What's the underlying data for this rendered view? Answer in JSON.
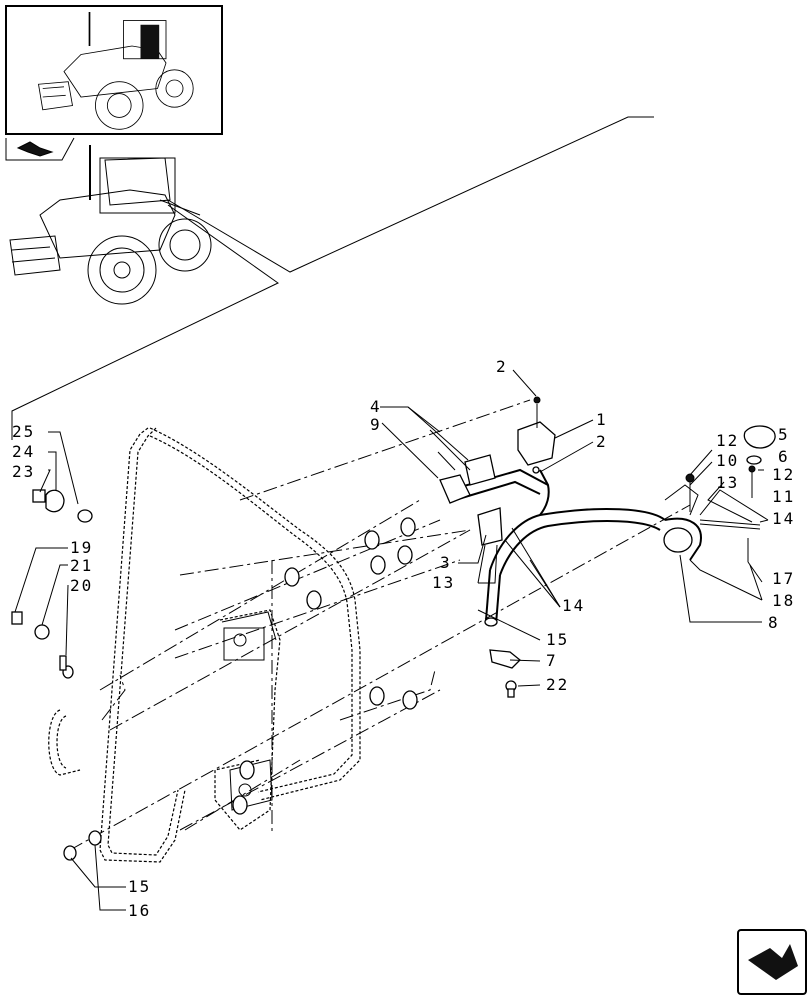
{
  "diagram": {
    "callouts": [
      {
        "id": "c1",
        "text": "1"
      },
      {
        "id": "c2a",
        "text": "2"
      },
      {
        "id": "c2b",
        "text": "2"
      },
      {
        "id": "c3",
        "text": "3"
      },
      {
        "id": "c4",
        "text": "4"
      },
      {
        "id": "c5",
        "text": "5"
      },
      {
        "id": "c6",
        "text": "6"
      },
      {
        "id": "c7",
        "text": "7"
      },
      {
        "id": "c8",
        "text": "8"
      },
      {
        "id": "c9",
        "text": "9"
      },
      {
        "id": "c10",
        "text": "10"
      },
      {
        "id": "c11",
        "text": "11"
      },
      {
        "id": "c12a",
        "text": "12"
      },
      {
        "id": "c12b",
        "text": "12"
      },
      {
        "id": "c13a",
        "text": "13"
      },
      {
        "id": "c13b",
        "text": "13"
      },
      {
        "id": "c14a",
        "text": "14"
      },
      {
        "id": "c14b",
        "text": "14"
      },
      {
        "id": "c15a",
        "text": "15"
      },
      {
        "id": "c15b",
        "text": "15"
      },
      {
        "id": "c16",
        "text": "16"
      },
      {
        "id": "c17",
        "text": "17"
      },
      {
        "id": "c18",
        "text": "18"
      },
      {
        "id": "c19",
        "text": "19"
      },
      {
        "id": "c20",
        "text": "20"
      },
      {
        "id": "c21",
        "text": "21"
      },
      {
        "id": "c22",
        "text": "22"
      },
      {
        "id": "c23",
        "text": "23"
      },
      {
        "id": "c24",
        "text": "24"
      },
      {
        "id": "c25",
        "text": "25"
      }
    ],
    "icons": {
      "top_left": "tractor-thumbnail-icon",
      "page_marker": "section-arrow-icon",
      "bottom_right": "next-page-arrow-icon"
    }
  }
}
